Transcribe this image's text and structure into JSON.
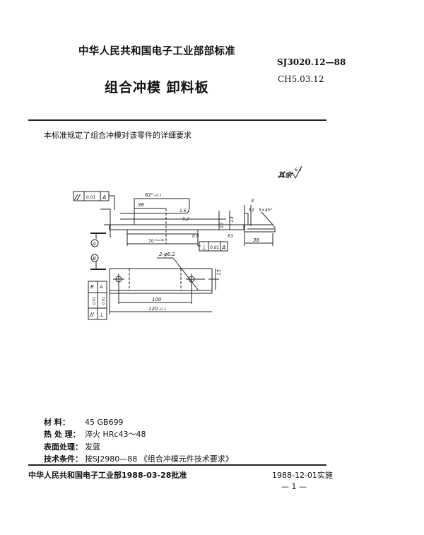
{
  "header": {
    "issuer": "中华人民共和国电子工业部部标准",
    "title": "组合冲模   卸料板",
    "standard_number": "SJ3020.12—88",
    "classification_code": "CH5.03.12"
  },
  "intro": "本标准规定了组合冲模对该零件的详细要求",
  "drawing": {
    "surface_note": "其余",
    "surface_roughness_general": "6.3",
    "datum_a": "A",
    "datum_b": "B",
    "tol_parallel_top": {
      "symbol": "//",
      "value": "0.01",
      "datum": "A"
    },
    "tol_perp_bottom": {
      "symbol": "⊥",
      "value": "0.01",
      "datum": "A"
    },
    "tol_side_1": {
      "symbol": "//",
      "value": "0.01",
      "datum": "B"
    },
    "tol_side_2": {
      "symbol": "⊥",
      "value": "0.01",
      "datum": "A"
    },
    "dim_62": "62⁰₋₀.₁",
    "dim_36": "36",
    "dim_70": "70⁺⁰·⁰⁴⁵",
    "dim_13": "13",
    "dim_10": "10",
    "dim_4": "4",
    "dim_38": "38",
    "dim_chamfer": "5×45°",
    "dim_r2": "R2",
    "dim_r3": "R3",
    "dim_holes": "2-φ6.2",
    "dim_100": "100",
    "dim_120": "120₋₀.₁",
    "dim_15": "15",
    "roughness_3_2": "3.2",
    "roughness_1_6": "1.6",
    "roughness_0_8": "0.8"
  },
  "specs": [
    {
      "label": "材    料：",
      "value": "45  GB699"
    },
    {
      "label": "热 处 理：",
      "value": "淬火  HRc43～48"
    },
    {
      "label": "表面处理：",
      "value": "发蓝"
    },
    {
      "label": "技术条件：",
      "value": "按SJ2980—88 《组合冲模元件技术要求》"
    }
  ],
  "footer": {
    "approval": "中华人民共和国电子工业部1988-03-28批准",
    "effective": "1988-12-01实施",
    "page_number": "— 1 —"
  }
}
